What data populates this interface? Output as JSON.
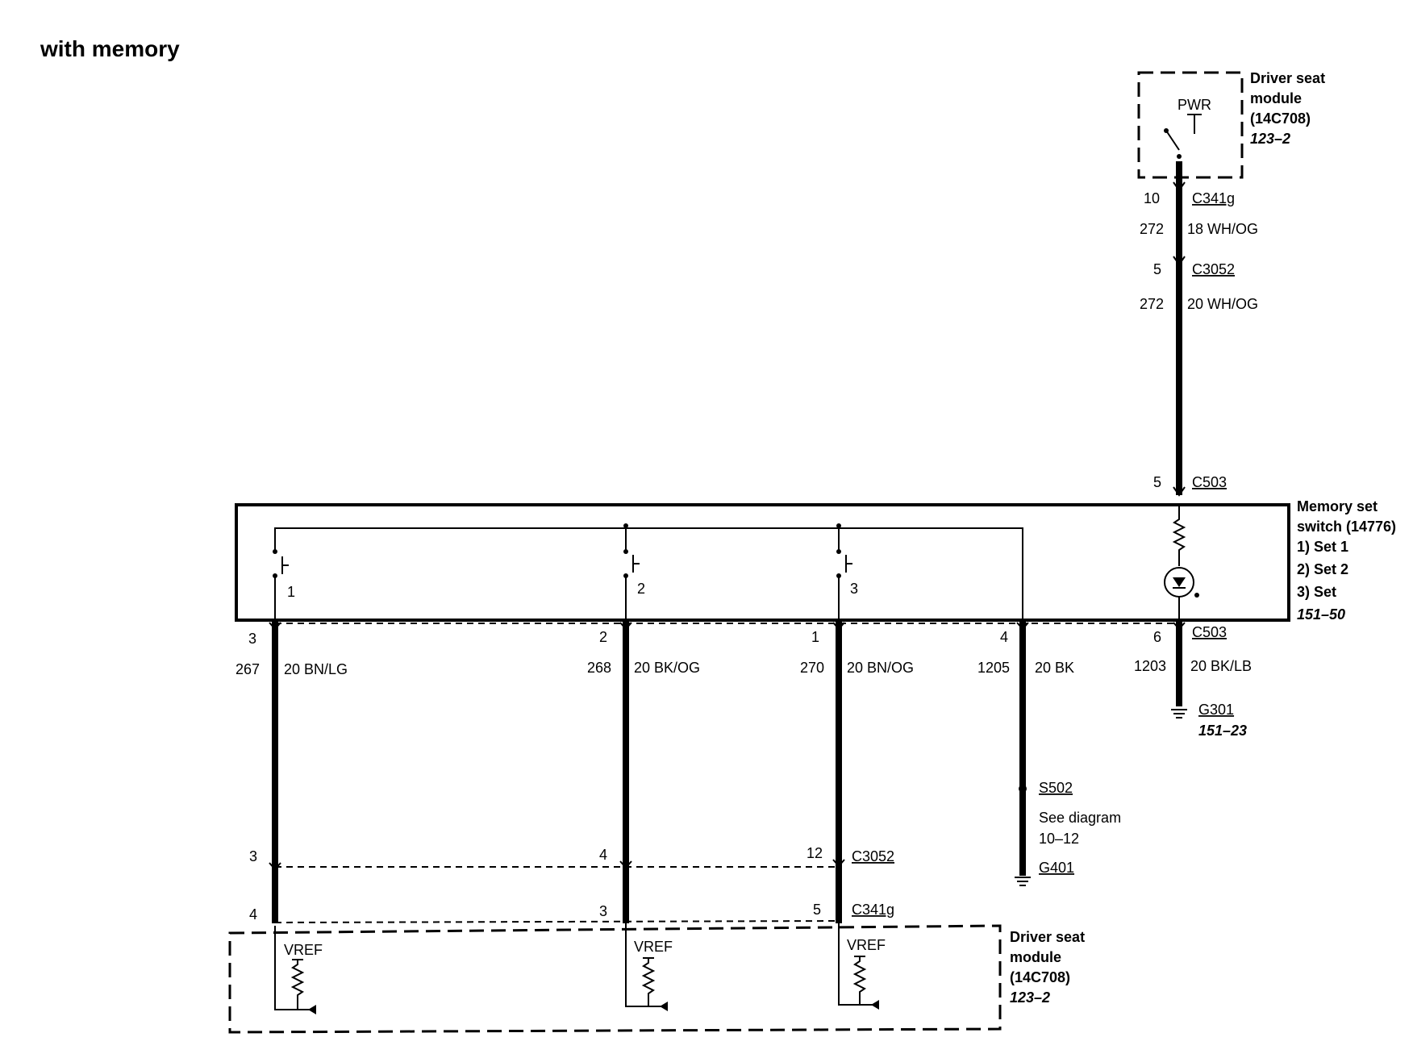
{
  "title": "with memory",
  "top_module": {
    "name": "Driver seat",
    "name2": "module",
    "part": "(14C708)",
    "ref": "123–2",
    "pwr_label": "PWR"
  },
  "power_circuit": {
    "pin_c341g": "10",
    "conn_c341g": "C341g",
    "circuit": "272",
    "wire_1": "18 WH/OG",
    "pin_c3052": "5",
    "conn_c3052": "C3052",
    "circuit_2": "272",
    "wire_2": "20 WH/OG",
    "pin_c503": "5",
    "conn_c503": "C503"
  },
  "switch": {
    "name": "Memory set",
    "name2": "switch (14776)",
    "items": [
      "1)   Set 1",
      "2)   Set 2",
      "3)   Set"
    ],
    "ref": "151–50",
    "button_labels": [
      "1",
      "2",
      "3"
    ]
  },
  "outputs": [
    {
      "pin": "3",
      "circuit": "267",
      "wire": "20 BN/LG",
      "pin_c3052": "3",
      "pin_c341g": "4"
    },
    {
      "pin": "2",
      "circuit": "268",
      "wire": "20 BK/OG",
      "pin_c3052": "4",
      "pin_c341g": "3"
    },
    {
      "pin": "1",
      "circuit": "270",
      "wire": "20 BN/OG",
      "pin_c3052": "12",
      "pin_c341g": "5"
    },
    {
      "pin": "4",
      "circuit": "1205",
      "wire": "20 BK"
    },
    {
      "pin": "6",
      "circuit": "1203",
      "wire": "20 BK/LB"
    }
  ],
  "conn_c503_lower": "C503",
  "conn_c3052_lower": "C3052",
  "conn_c341g_lower": "C341g",
  "ground_g301": {
    "name": "G301",
    "ref": "151–23"
  },
  "splice": {
    "name": "S502",
    "note1": "See diagram",
    "note2": "10–12",
    "ground": "G401"
  },
  "bottom_module": {
    "name": "Driver seat",
    "name2": "module",
    "part": "(14C708)",
    "ref": "123–2",
    "vref": [
      "VREF",
      "VREF",
      "VREF"
    ]
  }
}
